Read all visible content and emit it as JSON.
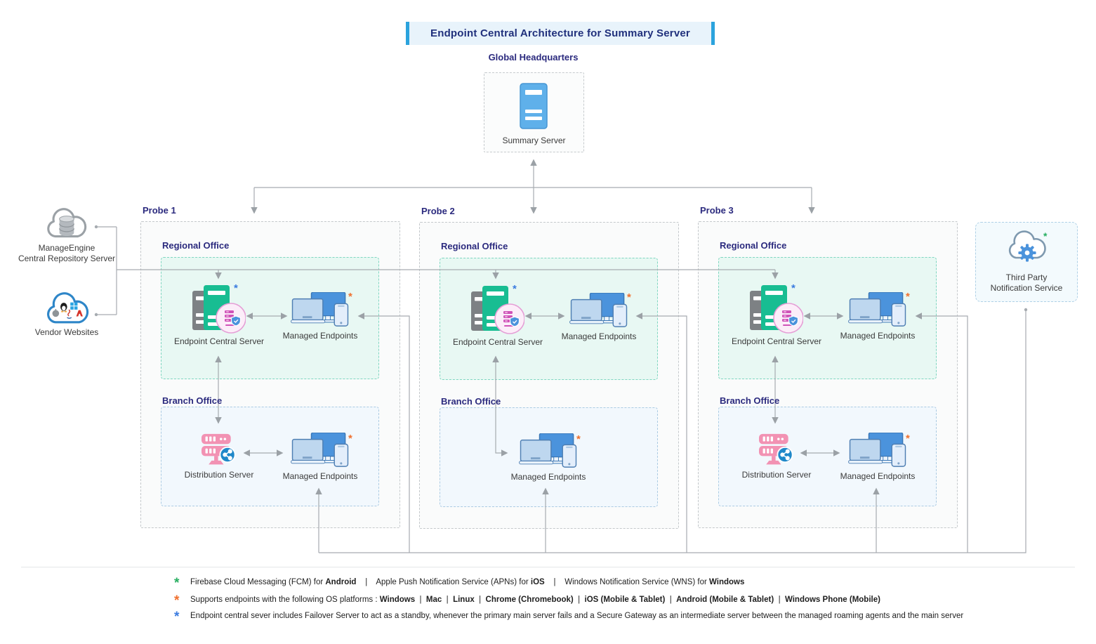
{
  "title": "Endpoint Central Architecture for Summary Server",
  "headquarters": {
    "label": "Global Headquarters",
    "server_label": "Summary Server"
  },
  "left": {
    "repository_label": "ManageEngine\nCentral Repository Server",
    "vendor_label": "Vendor Websites"
  },
  "third_party": {
    "label": "Third Party\nNotification Service"
  },
  "probes": [
    {
      "label": "Probe 1",
      "regional": {
        "label": "Regional Office",
        "server_label": "Endpoint Central Server",
        "endpoints_label": "Managed Endpoints"
      },
      "branch": {
        "label": "Branch Office",
        "server_label": "Distribution Server",
        "endpoints_label": "Managed Endpoints"
      }
    },
    {
      "label": "Probe 2",
      "regional": {
        "label": "Regional Office",
        "server_label": "Endpoint Central Server",
        "endpoints_label": "Managed Endpoints"
      },
      "branch": {
        "label": "Branch Office",
        "endpoints_label": "Managed Endpoints"
      }
    },
    {
      "label": "Probe 3",
      "regional": {
        "label": "Regional Office",
        "server_label": "Endpoint Central Server",
        "endpoints_label": "Managed Endpoints"
      },
      "branch": {
        "label": "Branch Office",
        "server_label": "Distribution Server",
        "endpoints_label": "Managed Endpoints"
      }
    }
  ],
  "legend": {
    "rows": [
      {
        "star": "*",
        "segments": [
          {
            "t": "Firebase Cloud Messaging (FCM) for "
          },
          {
            "t": "Android",
            "b": 1
          },
          {
            "t": "    |    Apple Push Notification Service (APNs) for "
          },
          {
            "t": "iOS",
            "b": 1
          },
          {
            "t": "    |    Windows Notification Service (WNS) for "
          },
          {
            "t": "Windows",
            "b": 1
          }
        ]
      },
      {
        "star": "*",
        "segments": [
          {
            "t": "Supports endpoints with the following OS platforms : "
          },
          {
            "t": "Windows",
            "b": 1
          },
          {
            "t": "  |  "
          },
          {
            "t": "Mac",
            "b": 1
          },
          {
            "t": "  |  "
          },
          {
            "t": "Linux",
            "b": 1
          },
          {
            "t": "  |  "
          },
          {
            "t": "Chrome (Chromebook)",
            "b": 1
          },
          {
            "t": "  |  "
          },
          {
            "t": "iOS (Mobile & Tablet)",
            "b": 1
          },
          {
            "t": "  |  "
          },
          {
            "t": "Android (Mobile & Tablet)",
            "b": 1
          },
          {
            "t": "  |  "
          },
          {
            "t": "Windows Phone (Mobile)",
            "b": 1
          }
        ]
      },
      {
        "star": "*",
        "segments": [
          {
            "t": "Endpoint central sever includes Failover Server to act as a standby, whenever the primary main server fails and a Secure Gateway as an intermediate server between the managed roaming agents and the main server"
          }
        ]
      }
    ]
  },
  "colors": {
    "accent_bar": "#2ba3dd",
    "title_bg": "#e8f3fb",
    "title_text": "#20307c",
    "heading": "#2b2a7e",
    "outer_bg": "#fafbfb",
    "outer_border": "#c4c8cb",
    "mint_bg": "#e8f8f3",
    "mint_border": "#7fd6c0",
    "branch_bg": "#f2f8fd",
    "branch_border": "#abcbe3",
    "tp_bg": "#f3fafd",
    "tp_border": "#aed0e6",
    "line": "#a6abb0",
    "green_star": "#27ae60",
    "orange_star": "#f0702e",
    "blue_star": "#3b7ce0",
    "server_teal": "#18bd92",
    "server_pink": "#f292b3",
    "device_blue": "#4b93dc",
    "label_text": "#3b3b3b",
    "legend_text": "#1e1e1e"
  }
}
